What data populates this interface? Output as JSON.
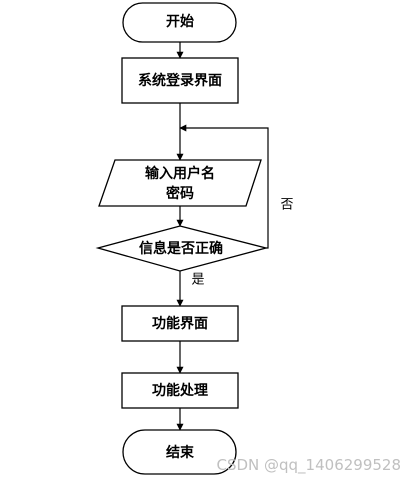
{
  "nodes": {
    "start": "开始",
    "login": "系统登录界面",
    "input_line1": "输入用户名",
    "input_line2": "密码",
    "check": "信息是否正确",
    "feature_ui": "功能界面",
    "feature_proc": "功能处理",
    "end": "结束"
  },
  "edge_labels": {
    "no": "否",
    "yes": "是"
  },
  "watermark": "CSDN @qq_1406299528"
}
